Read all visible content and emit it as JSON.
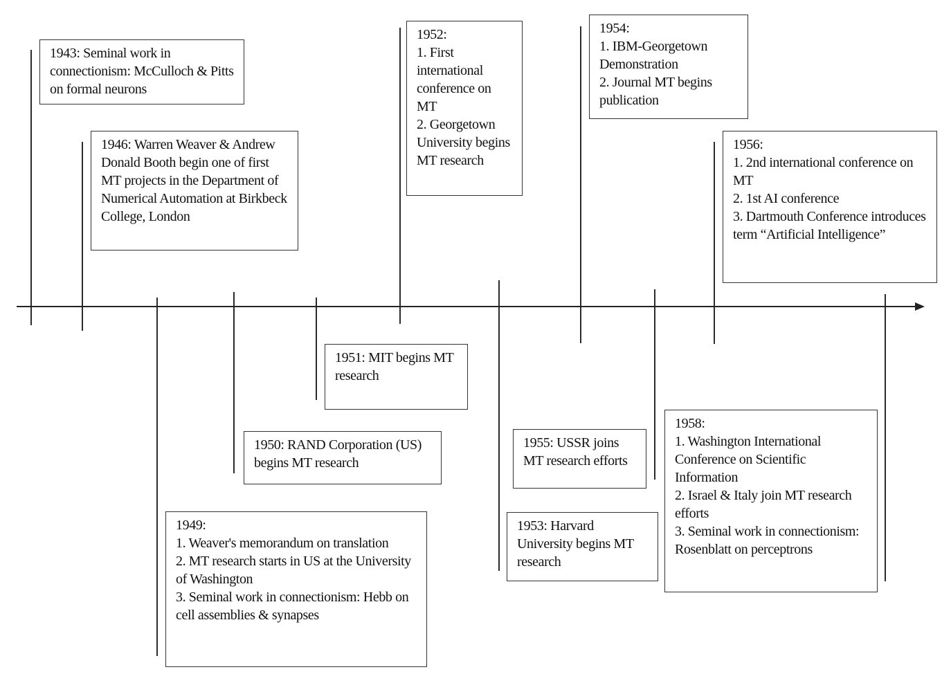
{
  "timeline": {
    "events": [
      {
        "id": "1943",
        "year_label": "1943:",
        "inline": true,
        "lines": [
          "Seminal work in connectionism: McCulloch & Pitts on formal neurons"
        ]
      },
      {
        "id": "1946",
        "year_label": "1946:",
        "inline": true,
        "lines": [
          "Warren Weaver & Andrew Donald Booth begin one of first MT projects in the Department of Numerical Automation at Birkbeck College, London"
        ]
      },
      {
        "id": "1949",
        "year_label": "1949:",
        "inline": false,
        "lines": [
          "1. Weaver's memorandum on translation",
          "2. MT research starts in US at the University of Washington",
          "3. Seminal work in connectionism: Hebb on cell assemblies & synapses"
        ]
      },
      {
        "id": "1950",
        "year_label": "1950:",
        "inline": true,
        "lines": [
          "RAND Corporation (US) begins MT research"
        ]
      },
      {
        "id": "1951",
        "year_label": "1951:",
        "inline": true,
        "lines": [
          "MIT begins MT research"
        ]
      },
      {
        "id": "1952",
        "year_label": "1952:",
        "inline": false,
        "lines": [
          "1. First international conference on MT",
          "2. Georgetown University begins MT research"
        ]
      },
      {
        "id": "1953",
        "year_label": "1953:",
        "inline": true,
        "lines": [
          "Harvard University begins MT research"
        ]
      },
      {
        "id": "1954",
        "year_label": "1954:",
        "inline": false,
        "lines": [
          "1. IBM-Georgetown Demonstration",
          "2. Journal MT begins publication"
        ]
      },
      {
        "id": "1955",
        "year_label": "1955:",
        "inline": true,
        "lines": [
          "USSR joins MT research efforts"
        ]
      },
      {
        "id": "1956",
        "year_label": "1956:",
        "inline": false,
        "lines": [
          "1. 2nd international conference on MT",
          "2. 1st AI conference",
          "3. Dartmouth Conference introduces term “Artificial Intelligence”"
        ]
      },
      {
        "id": "1958",
        "year_label": "1958:",
        "inline": false,
        "lines": [
          "1. Washington International Conference on Scientific Information",
          "2. Israel & Italy join MT research efforts",
          "3. Seminal work in connectionism: Rosenblatt on perceptrons"
        ]
      }
    ]
  }
}
